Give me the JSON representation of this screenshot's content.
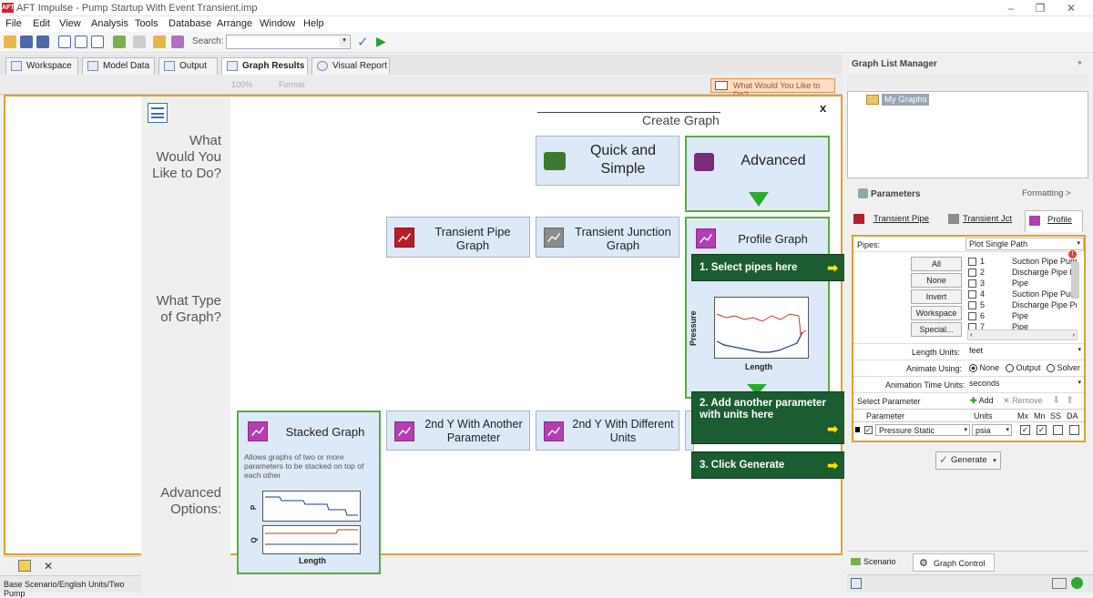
{
  "window": {
    "title": "AFT Impulse - Pump Startup With Event Transient.imp"
  },
  "menu": [
    "File",
    "Edit",
    "View",
    "Analysis",
    "Tools",
    "Database",
    "Arrange",
    "Window",
    "Help"
  ],
  "toolbar": {
    "search_label": "Search:"
  },
  "tabs": [
    {
      "label": "Workspace"
    },
    {
      "label": "Model Data"
    },
    {
      "label": "Output"
    },
    {
      "label": "Graph Results"
    },
    {
      "label": "Visual Report"
    }
  ],
  "subtoolbar": {
    "zoom": "100%",
    "format": "Format",
    "what_would_you": "What Would You Like to Do?"
  },
  "create_graph": {
    "title": "Create Graph",
    "close": "x",
    "labels": {
      "what": "What\nWould You\nLike to Do?",
      "type": "What Type\nof Graph?",
      "advanced": "Advanced\nOptions:"
    },
    "modes": [
      {
        "label": "Quick and\nSimple"
      },
      {
        "label": "Advanced"
      }
    ],
    "graph_types": [
      {
        "label": "Transient Pipe\nGraph"
      },
      {
        "label": "Transient Junction\nGraph"
      },
      {
        "label": "Profile Graph"
      }
    ],
    "profile_axes": {
      "x": "Length",
      "y": "Pressure"
    },
    "advanced_options": [
      {
        "label": "Stacked Graph",
        "desc": "Allows graphs of two or more parameters to be stacked on top of each other",
        "x": "Length",
        "y1": "P",
        "y2": "Q"
      },
      {
        "label": "2nd Y With Another\nParameter"
      },
      {
        "label": "2nd Y With Different\nUnits"
      }
    ]
  },
  "callouts": [
    {
      "text": "1. Select pipes here"
    },
    {
      "text": "2. Add another parameter with units here"
    },
    {
      "text": "3. Click Generate"
    }
  ],
  "graph_list_manager": {
    "title": "Graph List Manager",
    "item": "My Graphs"
  },
  "parameters": {
    "title": "Parameters",
    "formatting": "Formatting >",
    "tabs": [
      "Transient Pipe",
      "Transient Jct",
      "Profile"
    ],
    "pipes_label": "Pipes:",
    "plot_mode": "Plot Single Path",
    "buttons": [
      "All",
      "None",
      "Invert",
      "Workspace",
      "Special..."
    ],
    "pipe_list": [
      {
        "num": "1",
        "name": "Suction Pipe Pump"
      },
      {
        "num": "2",
        "name": "Discharge Pipe Pu"
      },
      {
        "num": "3",
        "name": "Pipe"
      },
      {
        "num": "4",
        "name": "Suction Pipe Pump"
      },
      {
        "num": "5",
        "name": "Discharge Pipe Pu"
      },
      {
        "num": "6",
        "name": "Pipe"
      },
      {
        "num": "7",
        "name": "Pipe"
      }
    ],
    "length_units_label": "Length Units:",
    "length_units": "feet",
    "animate_label": "Animate Using:",
    "animate_options": [
      "None",
      "Output",
      "Solver"
    ],
    "anim_time_label": "Animation Time Units:",
    "anim_time_units": "seconds",
    "select_param": "Select Parameter",
    "add": "Add",
    "remove": "Remove",
    "grid_headers": [
      "Parameter",
      "Units",
      "Mx",
      "Mn",
      "SS",
      "DA"
    ],
    "row": {
      "param": "Pressure Static",
      "units": "psia"
    },
    "generate": "Generate"
  },
  "bottom_tabs": [
    {
      "label": "Scenario"
    },
    {
      "label": "Graph Control"
    }
  ],
  "status": {
    "scenario": "Base Scenario/English Units/Two Pump"
  },
  "colors": {
    "accent_orange": "#e0a030",
    "green_border": "#5aab43",
    "callout_bg": "#1b5c30",
    "card_bg": "#dde9f6"
  }
}
